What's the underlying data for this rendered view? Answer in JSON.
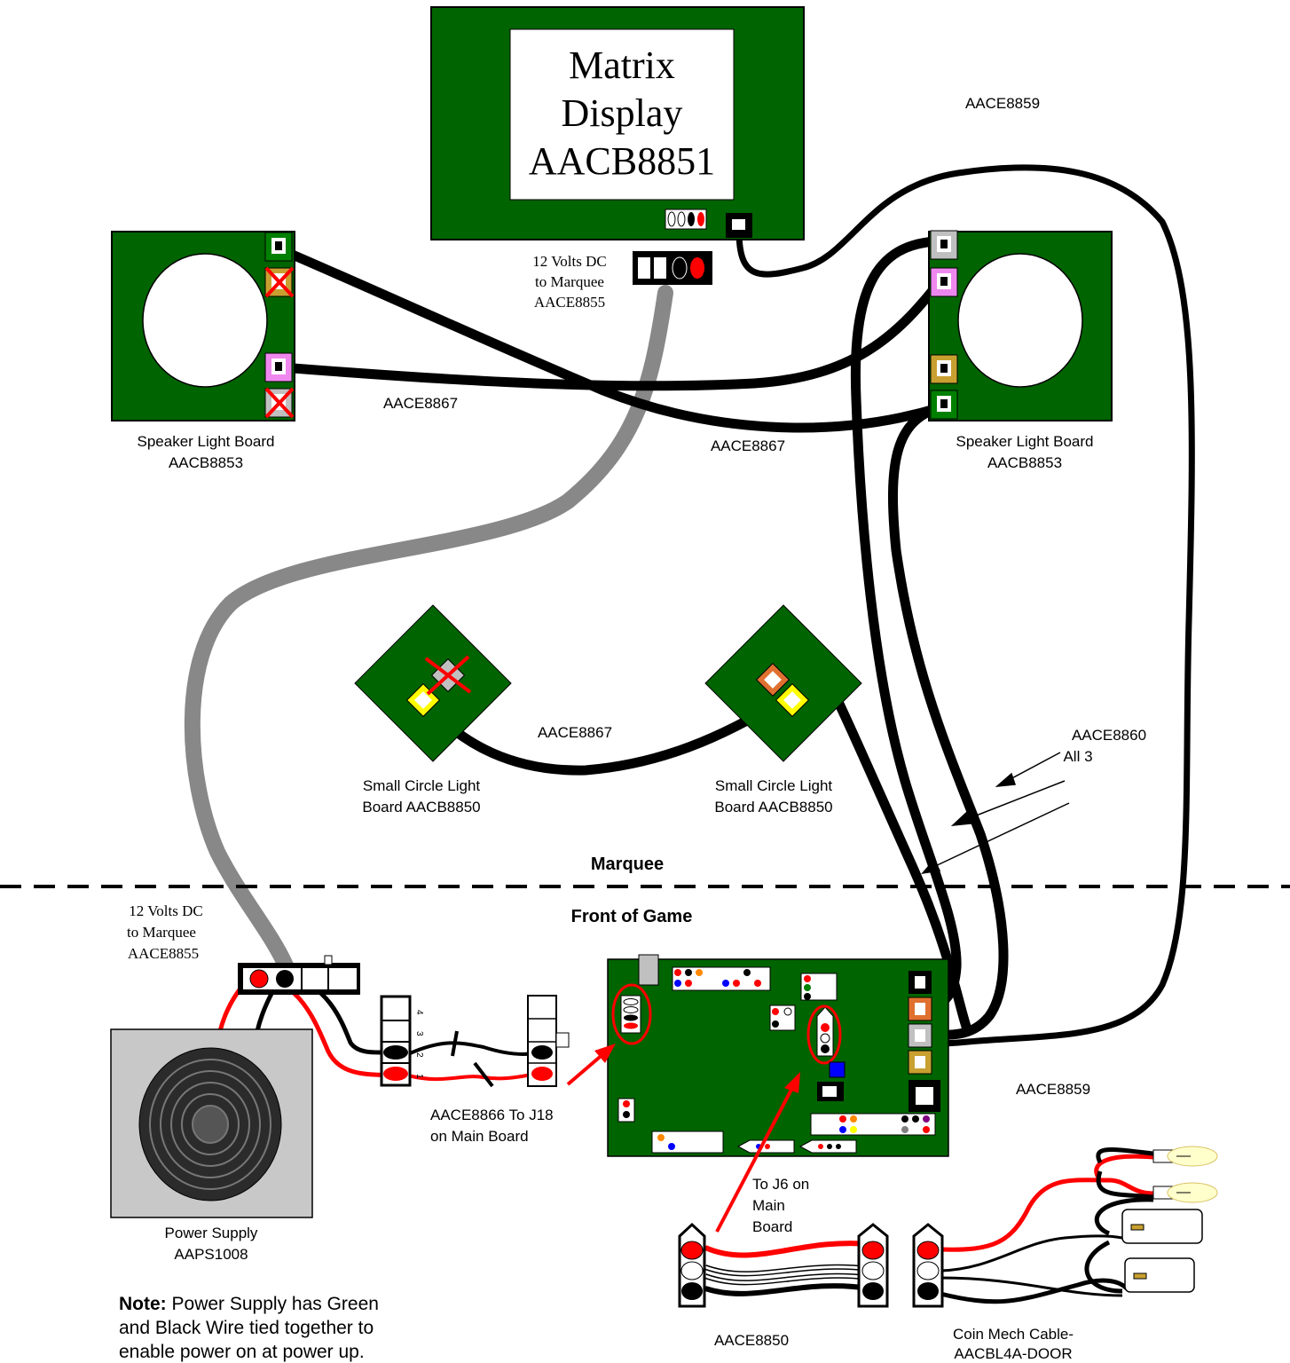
{
  "colors": {
    "board_green": "#006400",
    "cable_black": "#000000",
    "cable_gray": "#888888",
    "wire_red": "#ff0000",
    "connector_pink": "#ee88ee",
    "connector_orange": "#e07030",
    "connector_gold": "#c8a030",
    "connector_gray": "#c0c0c0",
    "connector_yellow": "#ffff00",
    "connector_blue": "#0000ff"
  },
  "matrix_display": {
    "line1": "Matrix",
    "line2": "Display",
    "line3": "AACB8851"
  },
  "marquee_power_top": {
    "line1": "12 Volts DC",
    "line2": "to Marquee",
    "line3": "AACE8855"
  },
  "cable_top_right": "AACE8859",
  "left_speaker": {
    "line1": "Speaker Light Board",
    "line2": "AACB8853"
  },
  "right_speaker": {
    "line1": "Speaker Light Board",
    "line2": "AACB8853"
  },
  "cable_speaker_upper": "AACE8867",
  "cable_speaker_lower": "AACE8867",
  "cable_circle": "AACE8867",
  "circle_left": {
    "line1": "Small Circle Light",
    "line2": "Board AACB8850"
  },
  "circle_right": {
    "line1": "Small Circle Light",
    "line2": "Board AACB8850"
  },
  "cable_8860": {
    "line1": "AACE8860",
    "line2": "All 3"
  },
  "section_marquee": "Marquee",
  "section_front": "Front of Game",
  "marquee_power_bottom": {
    "line1": "12 Volts DC",
    "line2": "to Marquee",
    "line3": "AACE8855"
  },
  "cable_main_right": "AACE8859",
  "aace8866": {
    "line1": "AACE8866 To J18",
    "line2": "on Main Board"
  },
  "to_j6": {
    "line1": "To J6 on",
    "line2": "Main",
    "line3": "Board"
  },
  "power_supply": {
    "line1": "Power Supply",
    "line2": "AAPS1008"
  },
  "note": {
    "bold": "Note:",
    "line1": " Power Supply has Green",
    "line2": "and Black Wire tied together to",
    "line3": "enable power on at power up."
  },
  "cable_aace8850": "AACE8850",
  "coin_mech": {
    "line1": "Coin Mech Cable-",
    "line2": "AACBL4A-DOOR"
  },
  "small_pin_labels": [
    "4",
    "3",
    "2",
    "1"
  ]
}
